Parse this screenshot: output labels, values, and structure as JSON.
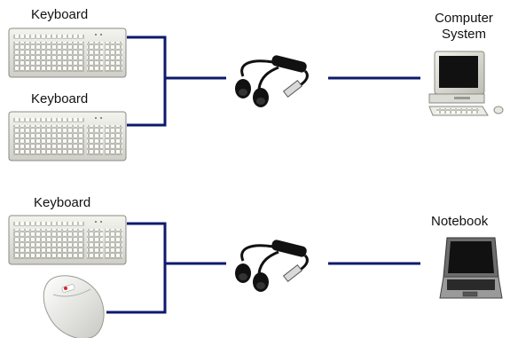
{
  "diagram1": {
    "labels": {
      "keyboard_top": "Keyboard",
      "keyboard_mid": "Keyboard",
      "computer_line1": "Computer",
      "computer_line2": "System"
    }
  },
  "diagram2": {
    "labels": {
      "keyboard": "Keyboard",
      "notebook": "Notebook"
    }
  },
  "icons": {
    "keyboard": "keyboard-icon",
    "mouse": "mouse-icon",
    "adapter": "ps2-usb-adapter-icon",
    "desktop": "desktop-computer-icon",
    "laptop": "laptop-icon"
  },
  "colors": {
    "connector_line": "#0b1a6e",
    "device_body": "#e8e8e2",
    "device_shadow": "#9a9a94",
    "cable": "#111111"
  }
}
